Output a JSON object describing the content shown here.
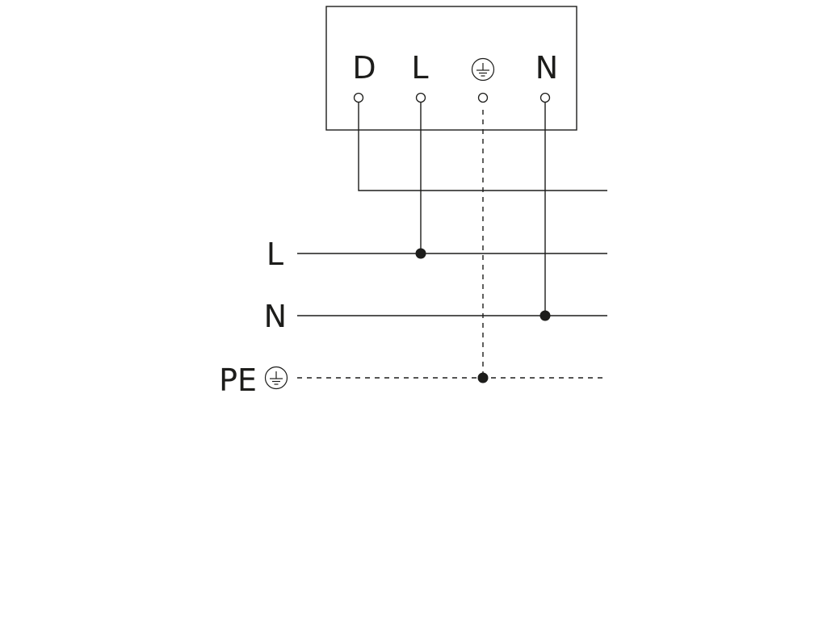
{
  "device": {
    "terminals": [
      {
        "id": "D",
        "label": "D"
      },
      {
        "id": "L",
        "label": "L"
      },
      {
        "id": "PE",
        "label": "",
        "icon": "protective-earth-icon"
      },
      {
        "id": "N",
        "label": "N"
      }
    ]
  },
  "lines": [
    {
      "id": "L",
      "label": "L",
      "style": "solid"
    },
    {
      "id": "N",
      "label": "N",
      "style": "solid"
    },
    {
      "id": "PE",
      "label": "PE",
      "style": "dashed",
      "icon": "protective-earth-icon"
    }
  ],
  "colors": {
    "ink": "#1d1d1b",
    "background": "#ffffff"
  }
}
